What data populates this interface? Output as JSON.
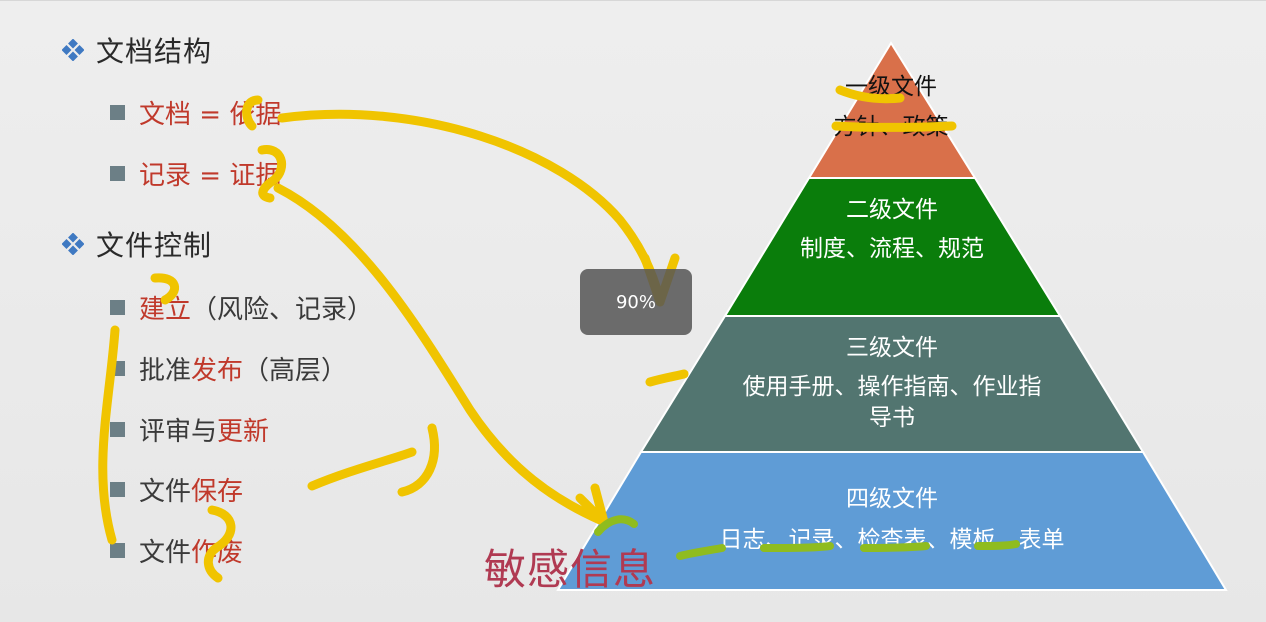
{
  "colors": {
    "tier1": "#d9704a",
    "tier2": "#0a7d0b",
    "tier3": "#527570",
    "tier4": "#5f9cd6",
    "bullet_red": "#c0392b",
    "diamond": "#3f79c2",
    "bullet_square": "#6c7f86",
    "annotation_ink": "#f0c400",
    "annotation_ink_green": "#8fbc1f",
    "sensitive_text": "#b03a52"
  },
  "left": {
    "sections": [
      {
        "title": "文档结构",
        "items": [
          {
            "parts": [
              {
                "text": "文档 = 依据",
                "red": true
              }
            ]
          },
          {
            "parts": [
              {
                "text": "记录 = 证据",
                "red": true
              }
            ]
          }
        ]
      },
      {
        "title": "文件控制",
        "items": [
          {
            "parts": [
              {
                "text": "建立",
                "red": true
              },
              {
                "text": "（风险、记录）",
                "red": false
              }
            ]
          },
          {
            "parts": [
              {
                "text": "批准",
                "red": false
              },
              {
                "text": "发布",
                "red": true
              },
              {
                "text": "（高层）",
                "red": false
              }
            ]
          },
          {
            "parts": [
              {
                "text": "评审与",
                "red": false
              },
              {
                "text": "更新",
                "red": true
              }
            ]
          },
          {
            "parts": [
              {
                "text": "文件",
                "red": false
              },
              {
                "text": "保存",
                "red": true
              }
            ]
          },
          {
            "parts": [
              {
                "text": "文件",
                "red": false
              },
              {
                "text": "作废",
                "red": true
              }
            ]
          }
        ]
      }
    ]
  },
  "pyramid": {
    "tiers": [
      {
        "title": "一级文件",
        "desc": "方针、政策"
      },
      {
        "title": "二级文件",
        "desc": "制度、流程、规范"
      },
      {
        "title": "三级文件",
        "desc": "使用手册、操作指南、作业指导书"
      },
      {
        "title": "四级文件",
        "desc": "日志、记录、检查表、模板、表单"
      }
    ]
  },
  "zoom_badge": "90%",
  "handwritten_note": "敏感信息"
}
